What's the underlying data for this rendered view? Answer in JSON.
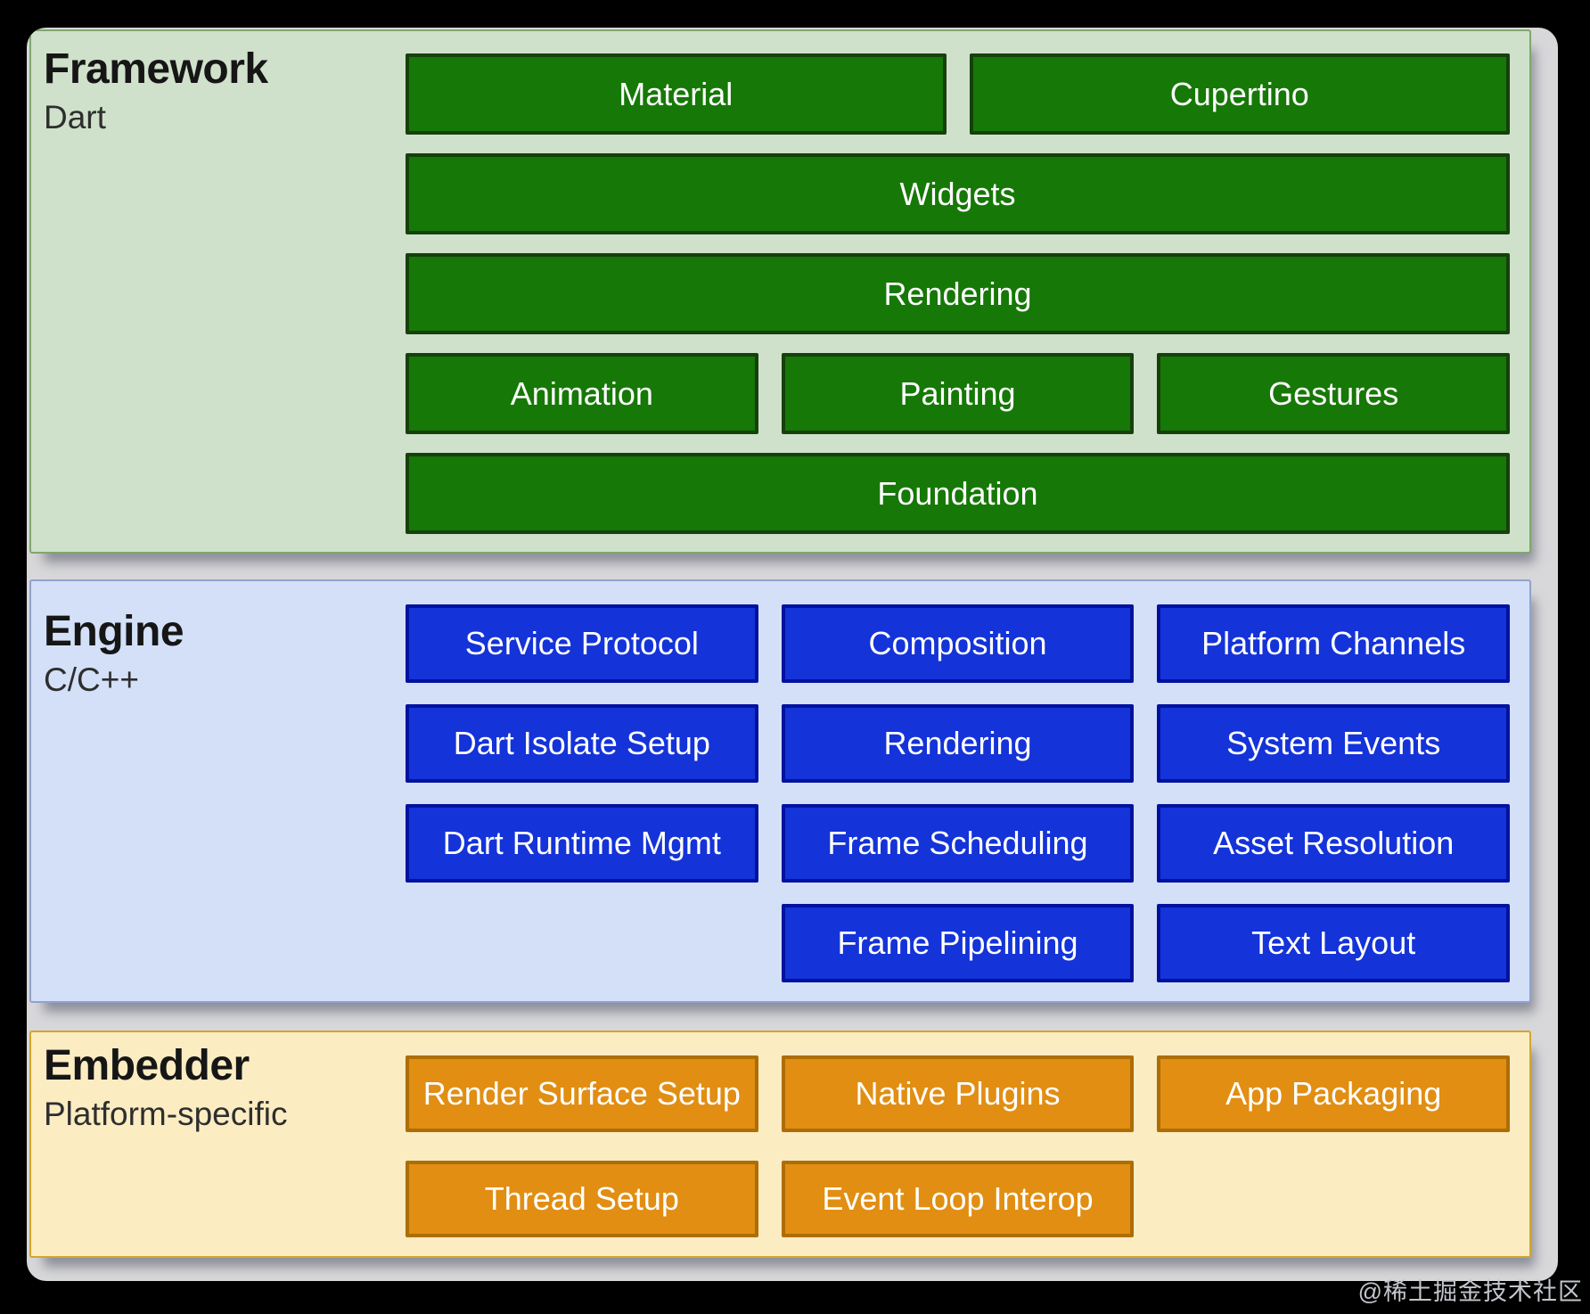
{
  "page": {
    "background": "#000000",
    "window_background": "#d8d8da"
  },
  "watermark": {
    "text": "@稀土掘金技术社区",
    "color": "#c3c6cc"
  },
  "layers": [
    {
      "name": "framework",
      "title": "Framework",
      "subtitle": "Dart",
      "card_bg": "#cfe1ca",
      "card_border": "#7fa76e",
      "box_bg": "#167806",
      "box_border": "#16400c",
      "rows": [
        [
          "Material",
          "Cupertino"
        ],
        [
          "Widgets"
        ],
        [
          "Rendering"
        ],
        [
          "Animation",
          "Painting",
          "Gestures"
        ],
        [
          "Foundation"
        ]
      ]
    },
    {
      "name": "engine",
      "title": "Engine",
      "subtitle": "C/C++",
      "card_bg": "#d3e0f8",
      "card_border": "#92a2cb",
      "box_bg": "#1433d8",
      "box_border": "#02129f",
      "rows": [
        [
          "Service Protocol",
          "Composition",
          "Platform Channels"
        ],
        [
          "Dart Isolate Setup",
          "Rendering",
          "System Events"
        ],
        [
          "Dart Runtime Mgmt",
          "Frame Scheduling",
          "Asset Resolution"
        ],
        [
          null,
          "Frame Pipelining",
          "Text Layout"
        ]
      ]
    },
    {
      "name": "embedder",
      "title": "Embedder",
      "subtitle": "Platform-specific",
      "card_bg": "#fbecc2",
      "card_border": "#d2a62e",
      "box_bg": "#e18e13",
      "box_border": "#ad6d07",
      "rows": [
        [
          "Render Surface Setup",
          "Native Plugins",
          "App Packaging"
        ],
        [
          "Thread Setup",
          "Event Loop Interop",
          null
        ]
      ]
    }
  ]
}
